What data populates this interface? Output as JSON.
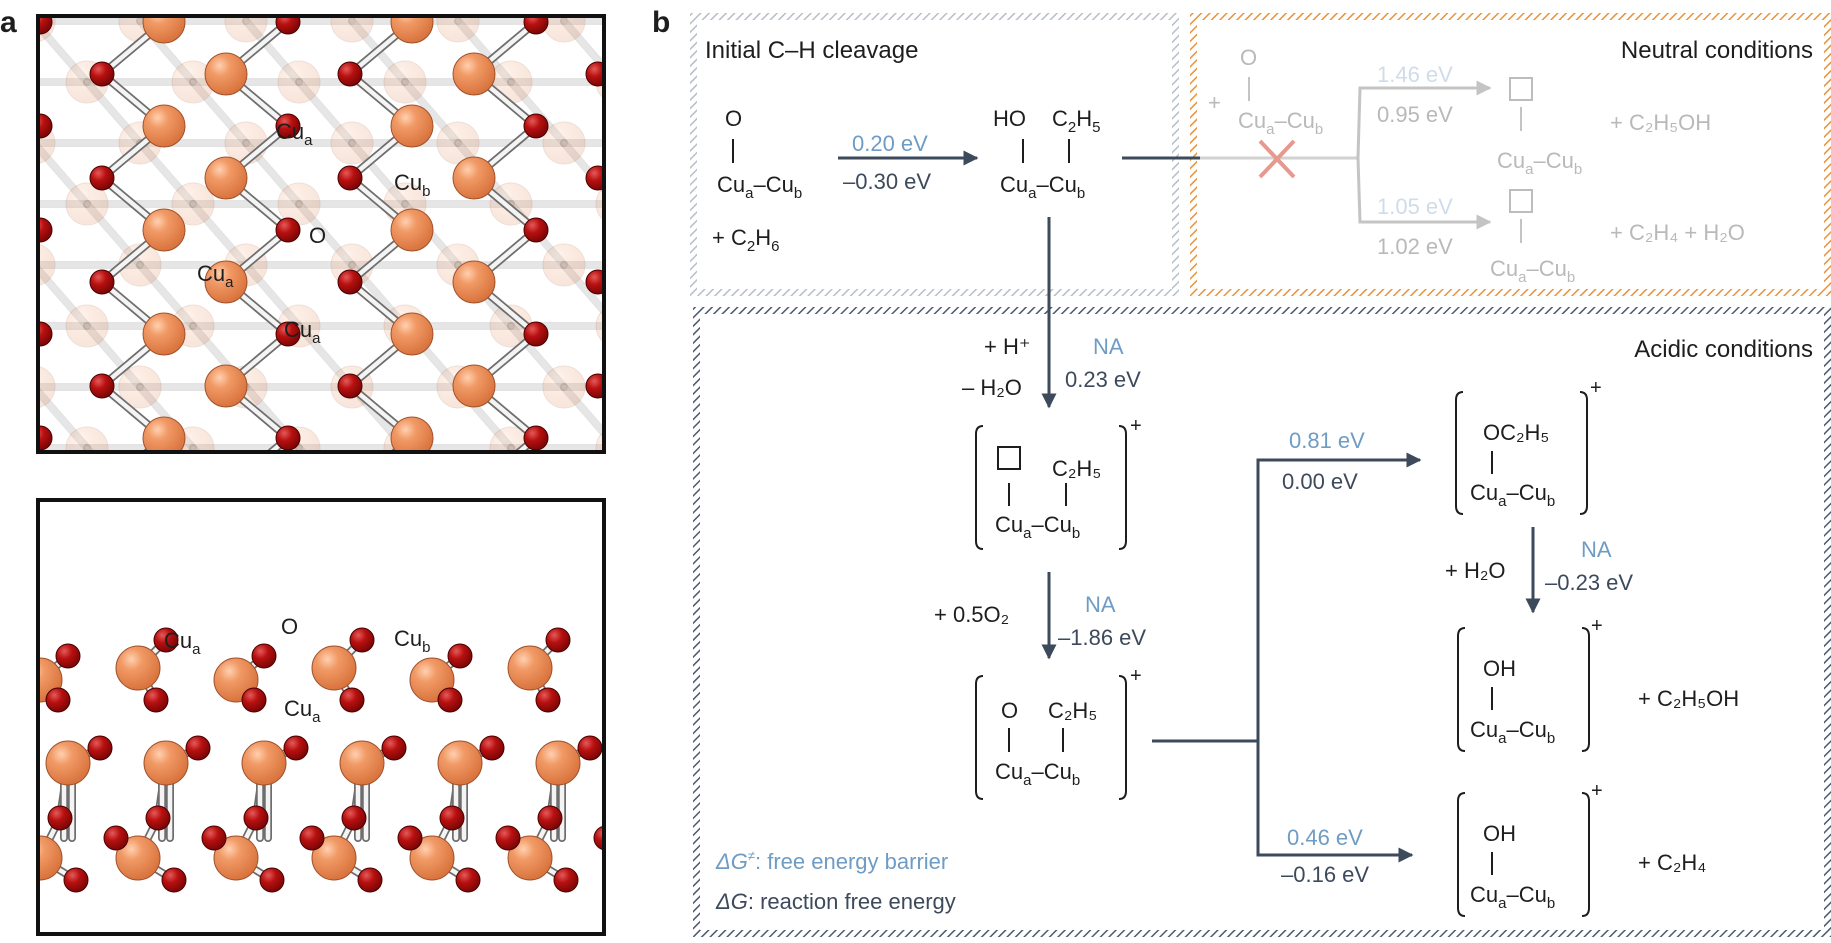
{
  "panel_a": {
    "label": "a",
    "top_view": {
      "o": "O",
      "cu_a": "Cu",
      "cu_a_sub": "a",
      "cu_b": "Cu",
      "cu_b_sub": "b"
    },
    "side_view": {
      "o": "O",
      "cu_a": "Cu",
      "cu_a_sub": "a",
      "cu_b": "Cu",
      "cu_b_sub": "b"
    }
  },
  "panel_b": {
    "label": "b",
    "initial": {
      "title": "Initial C–H cleavage",
      "reactant": {
        "top": "O",
        "bond": "|",
        "core": "Cu",
        "sub_a": "a",
        "dash": "–",
        "sub_b": "b",
        "plus": "+ C",
        "c_sub": "2",
        "h": "H",
        "h_sub": "6"
      },
      "step": {
        "barrier": "0.20 eV",
        "energy": "–0.30 eV"
      },
      "product": {
        "left_top": "HO",
        "right_top_c": "C",
        "right_top_c2": "2",
        "right_top_h": "H",
        "right_top_h5": "5"
      }
    },
    "neutral": {
      "title": "Neutral conditions",
      "plus": "+",
      "upper": {
        "barrier": "1.46 eV",
        "energy": "0.95 eV",
        "product": "+ C₂H₅OH"
      },
      "lower": {
        "barrier": "1.05 eV",
        "energy": "1.02 eV",
        "product": "+ C₂H₄ + H₂O"
      }
    },
    "acidic": {
      "title": "Acidic conditions",
      "step1": {
        "reagent1": "+ H⁺",
        "reagent2": "– H₂O",
        "barrier": "NA",
        "energy": "0.23 eV"
      },
      "step2": {
        "reagent": "+ 0.5O₂",
        "barrier": "NA",
        "energy": "–1.86 eV"
      },
      "branch_upper": {
        "barrier": "0.81 eV",
        "energy": "0.00 eV",
        "group": "OC₂H₅"
      },
      "step3": {
        "reagent": "+ H₂O",
        "barrier": "NA",
        "energy": "–0.23 eV",
        "group": "OH",
        "product": "+ C₂H₅OH"
      },
      "branch_lower": {
        "barrier": "0.46 eV",
        "energy": "–0.16 eV",
        "group": "OH",
        "product": "+ C₂H₄"
      },
      "charge": "+",
      "ethyl": "C₂H₅",
      "o": "O"
    },
    "legend": {
      "barrier_symbol": "ΔG",
      "barrier_sup": "≠",
      "barrier_text": ": free energy barrier",
      "energy_symbol": "ΔG",
      "energy_text": ": reaction free energy"
    }
  },
  "colors": {
    "dark_arrow": "#3d4a5c",
    "barrier_blue": "#6f9cc4",
    "neutral_orange": "#e8923c",
    "copper": "#ef8f5c",
    "oxygen": "#b30d0d",
    "faded_grey": "#b9b9b9"
  }
}
